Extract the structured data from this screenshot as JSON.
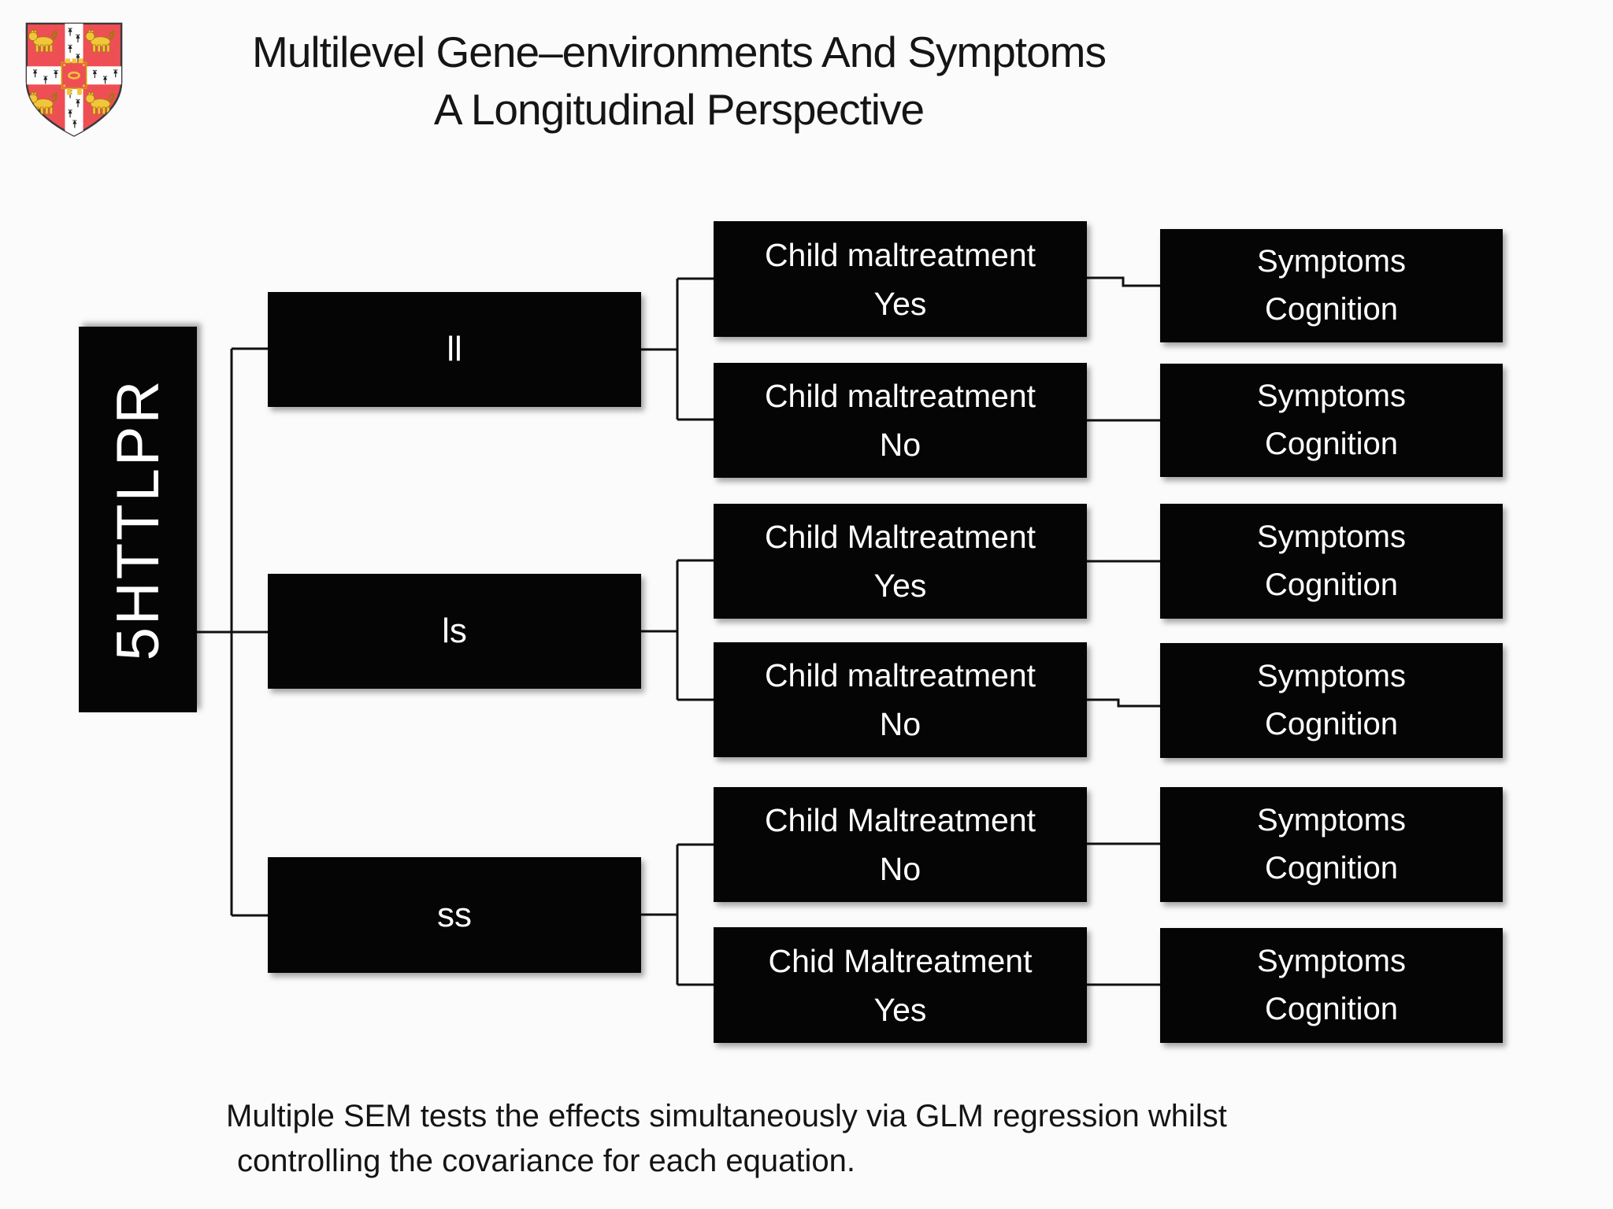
{
  "title": {
    "line1": "Multilevel Gene–environments And Symptoms",
    "line2": "A Longitudinal Perspective"
  },
  "logo": {
    "description": "University of Cambridge coat of arms"
  },
  "diagram": {
    "root": {
      "label": "5HTTLPR"
    },
    "branches": [
      {
        "genotype": "ll",
        "exposures": [
          {
            "line1": "Child maltreatment",
            "line2": "Yes",
            "outcome": {
              "line1": "Symptoms",
              "line2": "Cognition"
            }
          },
          {
            "line1": "Child maltreatment",
            "line2": "No",
            "outcome": {
              "line1": "Symptoms",
              "line2": "Cognition"
            }
          }
        ]
      },
      {
        "genotype": "ls",
        "exposures": [
          {
            "line1": "Child Maltreatment",
            "line2": "Yes",
            "outcome": {
              "line1": "Symptoms",
              "line2": "Cognition"
            }
          },
          {
            "line1": "Child maltreatment",
            "line2": "No",
            "outcome": {
              "line1": "Symptoms",
              "line2": "Cognition"
            }
          }
        ]
      },
      {
        "genotype": "ss",
        "exposures": [
          {
            "line1": "Child Maltreatment",
            "line2": "No",
            "outcome": {
              "line1": "Symptoms",
              "line2": "Cognition"
            }
          },
          {
            "line1": "Chid Maltreatment",
            "line2": "Yes",
            "outcome": {
              "line1": "Symptoms",
              "line2": "Cognition"
            }
          }
        ]
      }
    ]
  },
  "footer": {
    "line1": "Multiple SEM tests the effects simultaneously via GLM regression whilst",
    "line2": "controlling the covariance for each equation."
  },
  "colors": {
    "box_fill": "#050505",
    "box_text": "#ffffff",
    "line": "#111111",
    "crest_red": "#ee4f55",
    "crest_gold": "#f2c63b",
    "slide_bg": "#fbfbfb"
  }
}
